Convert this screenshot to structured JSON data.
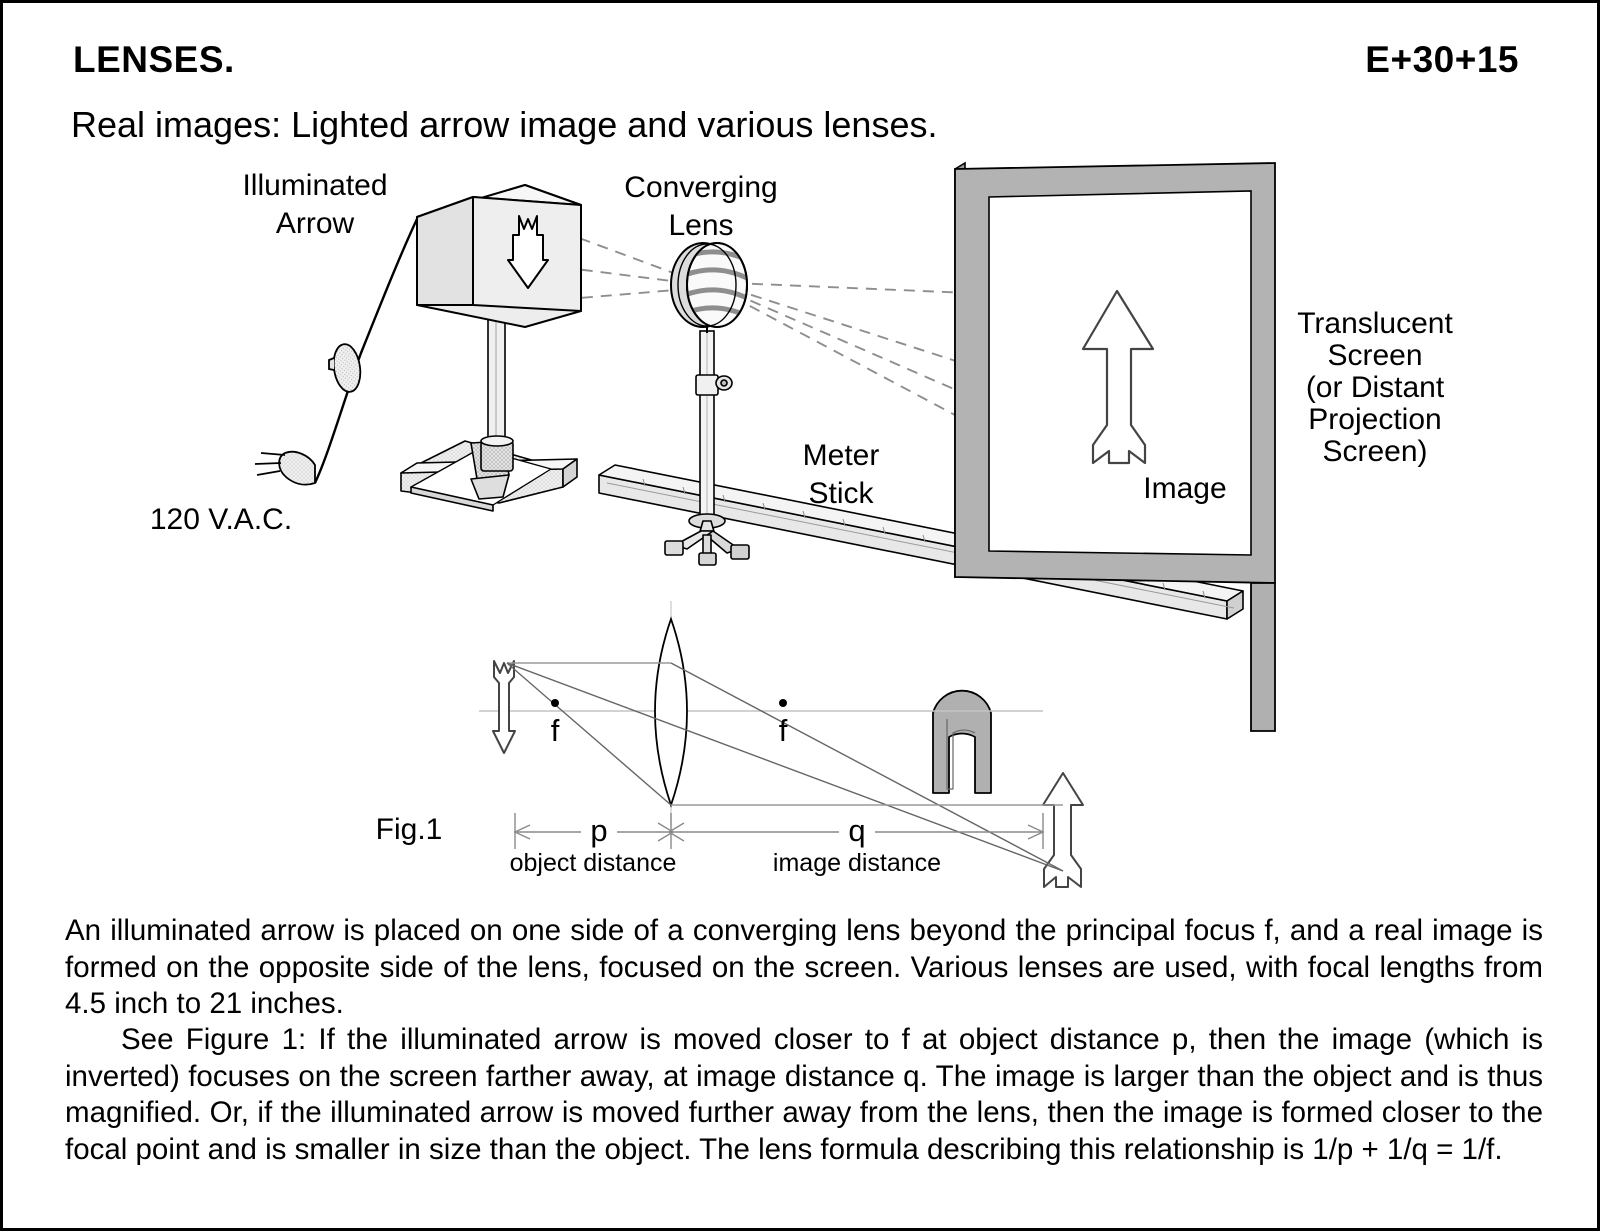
{
  "header": {
    "title": "LENSES.",
    "code": "E+30+15",
    "subtitle": "Real images: Lighted arrow image and various lenses."
  },
  "diagram": {
    "labels": {
      "illuminated_arrow": "Illuminated",
      "illuminated_arrow_line2": "Arrow",
      "voltage": "120 V.A.C.",
      "converging_lens": "Converging",
      "converging_lens_line2": "Lens",
      "meter_stick": "Meter",
      "meter_stick_line2": "Stick",
      "translucent_screen_1": "Translucent",
      "translucent_screen_2": "Screen",
      "translucent_screen_3": "(or Distant",
      "translucent_screen_4": "Projection",
      "translucent_screen_5": "Screen)",
      "image": "Image"
    },
    "colors": {
      "outline": "#000000",
      "frame_gray": "#b3b3b3",
      "body_fill": "#ebebeb",
      "ray_dash": "#8c8c8c",
      "ray_solid": "#555555"
    }
  },
  "fig1": {
    "caption": "Fig.1",
    "focal_left": "f",
    "focal_right": "f",
    "object_distance_symbol": "p",
    "object_distance_label": "object distance",
    "image_distance_symbol": "q",
    "image_distance_label": "image distance"
  },
  "text": {
    "paragraph1": "An illuminated arrow is placed on one side of a converging lens beyond the principal focus f, and a real image is formed on the opposite side of the lens, focused on the screen. Various lenses are used, with focal lengths from 4.5 inch to 21 inches.",
    "paragraph2": "See Figure 1: If the illuminated arrow is moved closer to f at object distance p, then the image (which is inverted) focuses on the screen farther away, at image distance q. The image is larger than the object and is thus magnified. Or, if the illuminated arrow is moved further away from the lens, then the image is formed closer to the focal point and is smaller in size than the object.  The lens formula describing this relationship is 1/p + 1/q = 1/f."
  }
}
